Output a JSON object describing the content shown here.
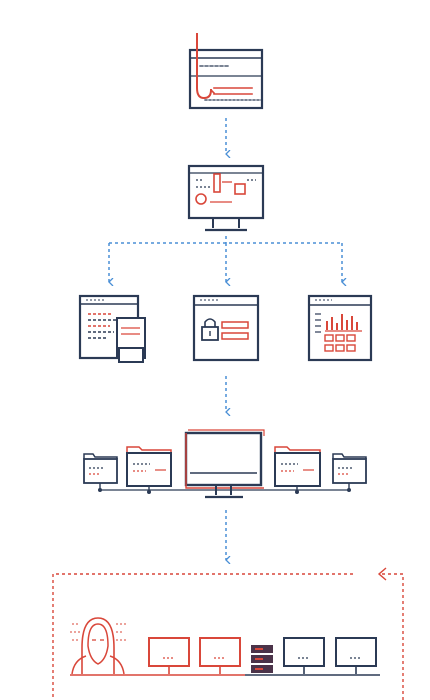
{
  "colors": {
    "navy": "#2b3a55",
    "red": "#d9473a",
    "blue": "#4a8fd6",
    "background": "#ffffff",
    "server": "#4b3349"
  },
  "steps": [
    {
      "id": "phishing-email",
      "icon": "email-with-fishing-hook-icon"
    },
    {
      "id": "infected-computer",
      "icon": "computer-with-malware-window-icon"
    },
    {
      "id": "spread-targets",
      "icons": [
        "documents-window-icon",
        "locked-credentials-window-icon",
        "analytics-dashboard-window-icon"
      ]
    },
    {
      "id": "network-spread",
      "icons": [
        "folder-terminal-icon",
        "folder-terminal-icon",
        "central-monitor-icon",
        "folder-terminal-icon",
        "folder-terminal-icon"
      ]
    },
    {
      "id": "attacker-network",
      "icons": [
        "hooded-hacker-icon",
        "infected-monitor-icon",
        "infected-monitor-icon",
        "server-rack-icon",
        "monitor-icon",
        "monitor-icon"
      ]
    }
  ],
  "connectors": [
    "dashed-arrow",
    "dashed-branch-arrow",
    "dashed-arrow",
    "dashed-arrow",
    "dashed-feedback-arrow"
  ]
}
